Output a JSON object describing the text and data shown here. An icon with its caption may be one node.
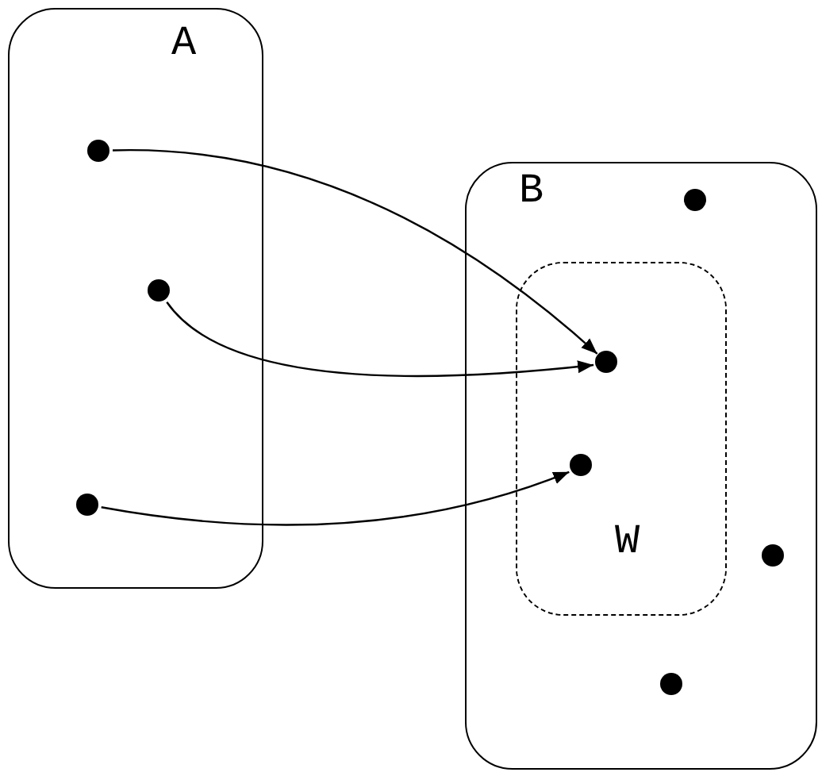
{
  "diagram": {
    "nodes": [
      {
        "text": [
          "A"
        ]
      },
      {
        "text": [
          "B"
        ]
      },
      {
        "text": [
          "W"
        ],
        "in": 1
      },
      {
        "text": [],
        "shape": "circle",
        "in": 0
      },
      {
        "text": [],
        "shape": "circle",
        "in": 0
      },
      {
        "text": [],
        "shape": "circle",
        "in": 0
      },
      {
        "text": [],
        "shape": "circle",
        "in": 2
      },
      {
        "text": [],
        "shape": "circle",
        "in": 2
      },
      {
        "text": [],
        "shape": "circle",
        "in": 1
      },
      {
        "text": [],
        "shape": "circle",
        "in": 1
      },
      {
        "text": [],
        "shape": "circle",
        "in": 1
      }
    ],
    "edges": [
      {
        "from": 3,
        "to": 6,
        "arrow": "to"
      },
      {
        "from": 4,
        "to": 6,
        "arrow": "to"
      },
      {
        "from": 5,
        "to": 7,
        "arrow": "to"
      }
    ]
  }
}
